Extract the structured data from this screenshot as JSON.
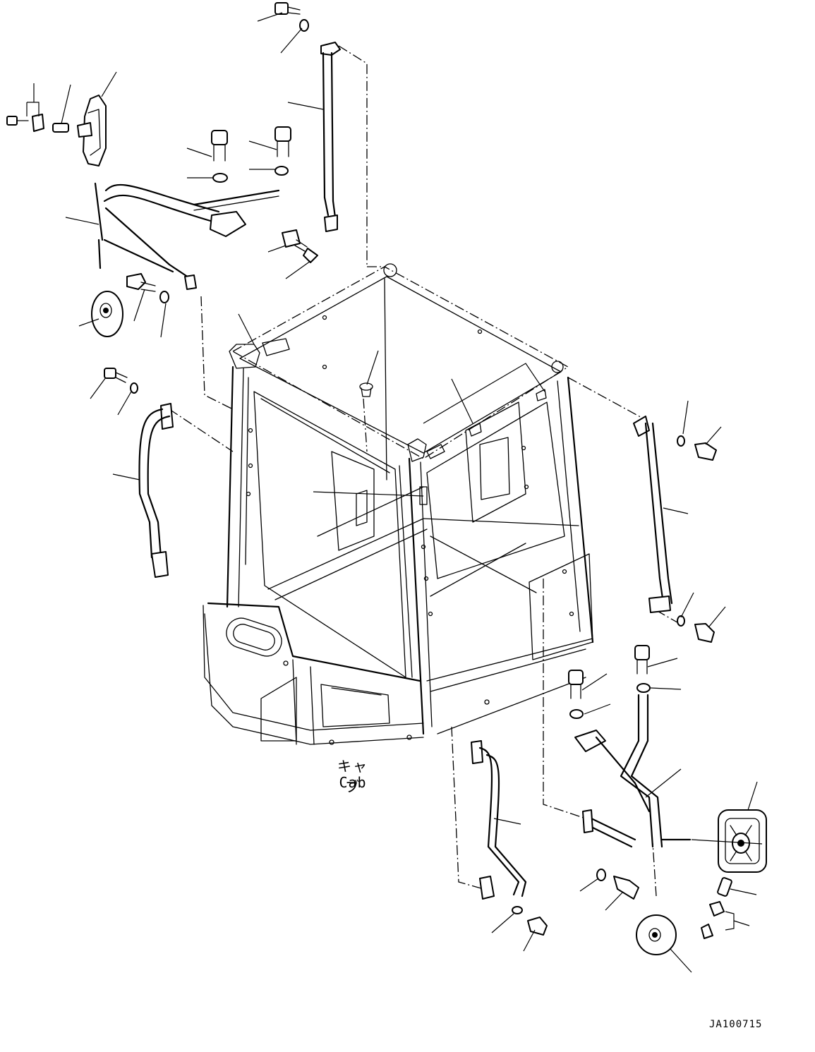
{
  "diagram": {
    "cab_label_jp": "キャブ",
    "cab_label_en": "Cab",
    "drawing_id": "JA100715"
  }
}
